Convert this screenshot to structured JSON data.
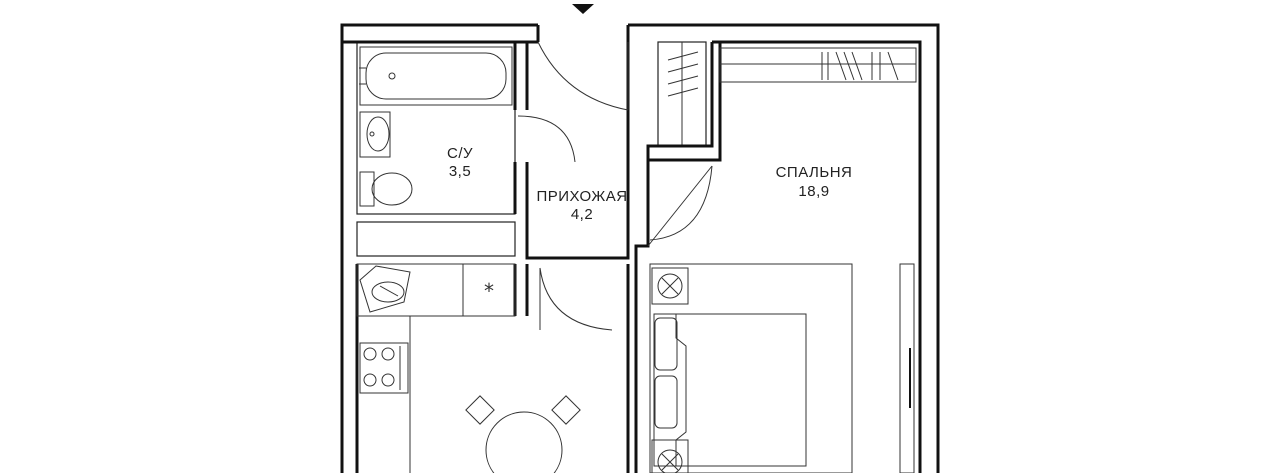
{
  "rooms": {
    "bathroom": {
      "name": "С/У",
      "area": "3,5"
    },
    "hallway": {
      "name": "ПРИХОЖАЯ",
      "area": "4,2"
    },
    "bedroom": {
      "name": "СПАЛЬНЯ",
      "area": "18,9"
    }
  },
  "colors": {
    "wall": "#111111",
    "line": "#333333",
    "background": "#ffffff"
  },
  "icons": [
    "entrance-arrow-icon",
    "bathtub-icon",
    "sink-icon",
    "toilet-icon",
    "stove-icon",
    "dining-table-icon",
    "bed-icon",
    "nightstand-icon",
    "wardrobe-icon",
    "kitchen-corner-sink-icon",
    "fridge-icon"
  ]
}
